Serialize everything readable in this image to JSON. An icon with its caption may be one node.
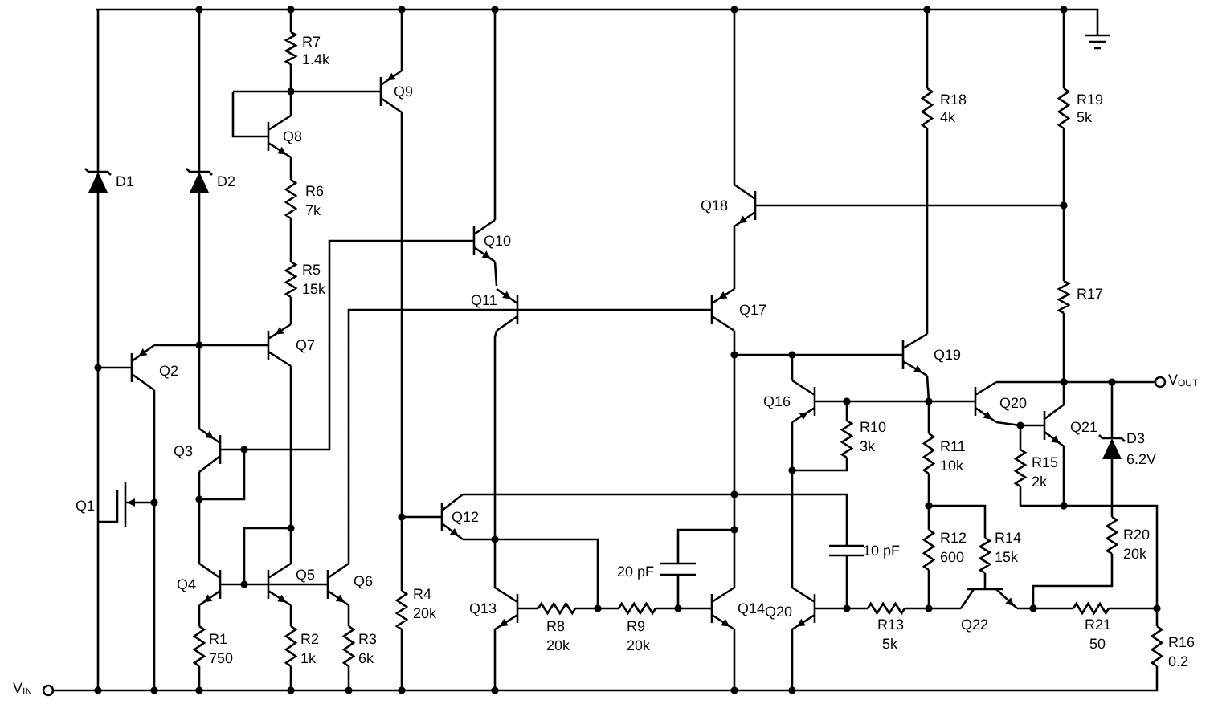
{
  "diagram": {
    "labels": [
      "R7",
      "1.4k",
      "Q9",
      "R18",
      "R19",
      "4k",
      "5k",
      "Q8",
      "D1",
      "D2",
      "R6",
      "7k",
      "Q18",
      "Q10",
      "R5",
      "15k",
      "Q11",
      "R17",
      "Q17",
      "Q7",
      "Q19",
      "Q2",
      "V$_{OUT}$",
      "Q16",
      "Q20",
      "R10",
      "Q21",
      "D3",
      "Q3",
      "3k",
      "R11",
      "6.2V",
      "10k",
      "R15",
      "2k",
      "Q1",
      "Q12",
      "R12",
      "R14",
      "R20",
      "10 pF",
      "600",
      "15k",
      "20k",
      "Q5",
      "Q6",
      "20 pF",
      "Q4",
      "R4",
      "20k",
      "Q13",
      "Q14",
      "Q20",
      "R8",
      "R9",
      "R13",
      "Q22",
      "R21",
      "R1",
      "R2",
      "R3",
      "20k",
      "20k",
      "5k",
      "50",
      "R16",
      "750",
      "1k",
      "6k",
      "0.2",
      "V$_{IN}$"
    ]
  }
}
